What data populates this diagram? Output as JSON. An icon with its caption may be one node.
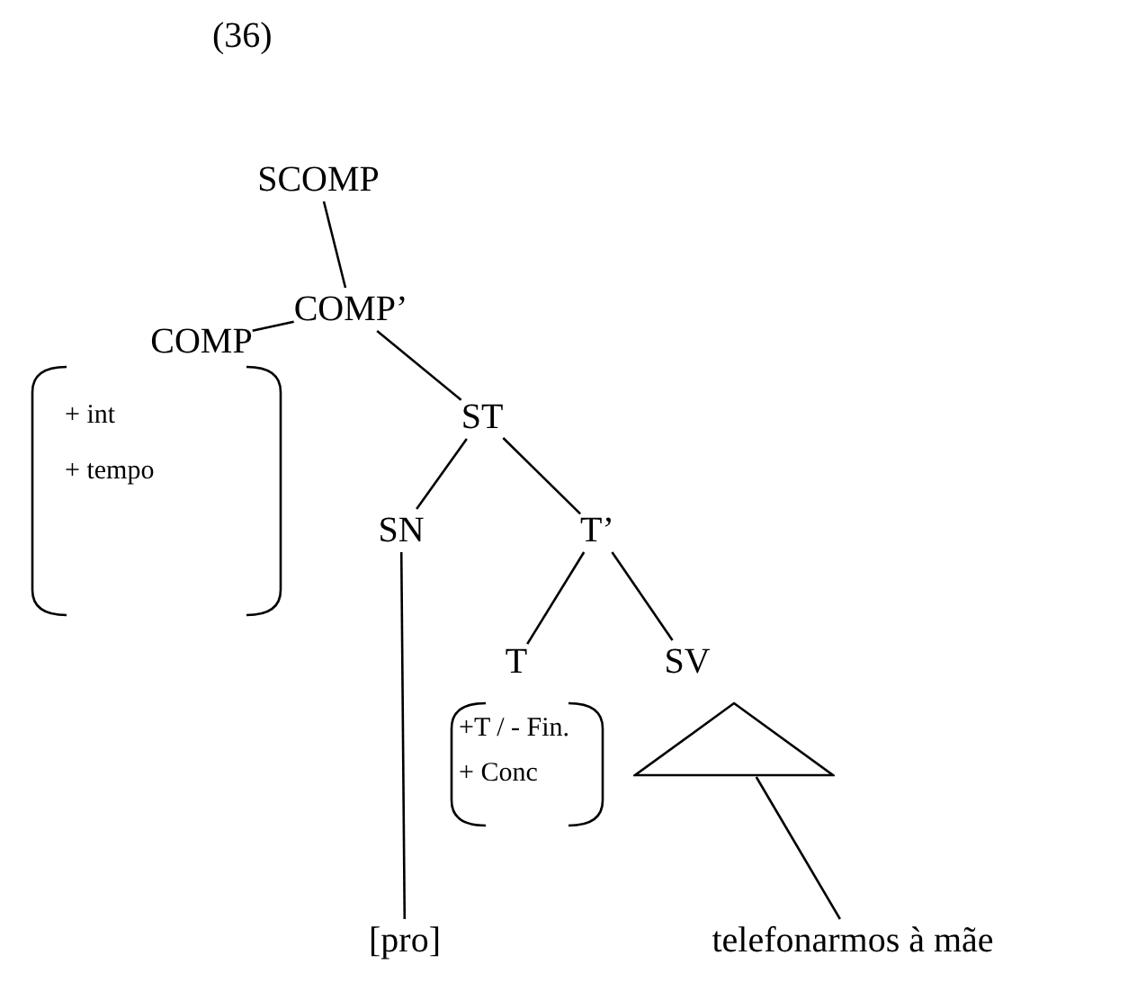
{
  "diagram": {
    "nodes": [
      {
        "text": [
          "SCOMP"
        ]
      },
      {
        "text": [
          "COMP’"
        ]
      },
      {
        "text": [
          "COMP"
        ]
      },
      {
        "text": [
          "+ int",
          "+ tempo"
        ]
      },
      {
        "text": [
          "ST"
        ]
      },
      {
        "text": [
          "SN"
        ]
      },
      {
        "text": [
          "T’"
        ]
      },
      {
        "text": [
          "T"
        ]
      },
      {
        "text": [
          "+T / - Fin.",
          "+ Conc"
        ]
      },
      {
        "text": [
          "SV"
        ]
      },
      {
        "text": [],
        "shape": "triangle"
      },
      {
        "text": [
          "[pro]"
        ]
      },
      {
        "text": [
          "telefonarmos à mãe"
        ]
      }
    ],
    "edges": [
      {
        "from": 0,
        "to": 1,
        "arrow": "none"
      },
      {
        "from": 1,
        "to": 2,
        "arrow": "none"
      },
      {
        "from": 1,
        "to": 4,
        "arrow": "none"
      },
      {
        "from": 4,
        "to": 5,
        "arrow": "none"
      },
      {
        "from": 4,
        "to": 6,
        "arrow": "none"
      },
      {
        "from": 6,
        "to": 7,
        "arrow": "none"
      },
      {
        "from": 6,
        "to": 9,
        "arrow": "none"
      },
      {
        "from": 5,
        "to": 11,
        "arrow": "none"
      },
      {
        "from": 10,
        "to": 12,
        "arrow": "none"
      }
    ],
    "labels": [
      "(36)"
    ]
  }
}
